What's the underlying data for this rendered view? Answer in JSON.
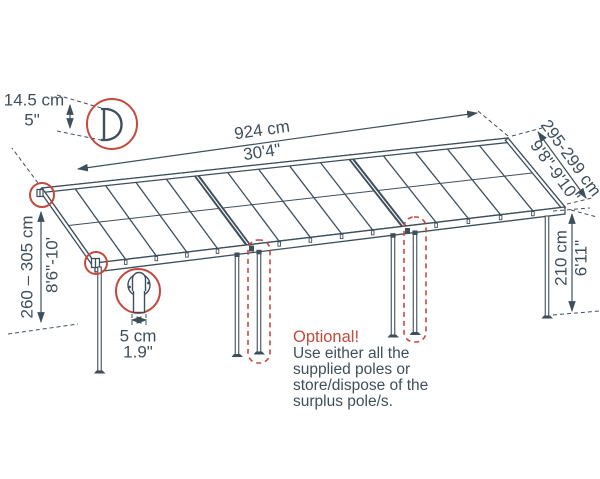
{
  "colors": {
    "line": "#3e4f5c",
    "accent": "#c4493e",
    "background": "#ffffff"
  },
  "labels": {
    "profile_height": {
      "metric": "14.5 cm",
      "imperial": "5\""
    },
    "width": {
      "metric": "924 cm",
      "imperial": "30'4\""
    },
    "depth": {
      "metric": "295-299 cm",
      "imperial": "9'8\"-9'10\""
    },
    "clearance": {
      "metric": "260 – 305 cm",
      "imperial": "8'6\"-10'"
    },
    "pole_height": {
      "metric": "210 cm",
      "imperial": "6'11\""
    },
    "pole_width": {
      "metric": "5 cm",
      "imperial": "1.9\""
    }
  },
  "note": {
    "title": "Optional!",
    "lines": [
      "Use either all the",
      "supplied poles or",
      "store/dispose of the",
      "surplus pole/s."
    ]
  }
}
